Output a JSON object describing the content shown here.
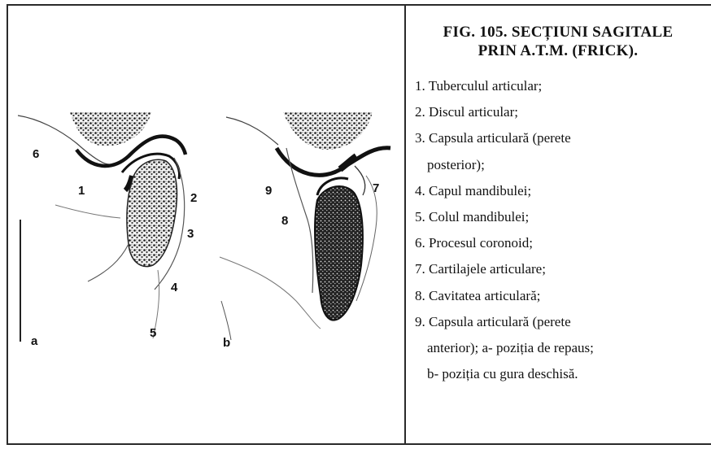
{
  "figure": {
    "caption_line1": "FIG. 105. SECȚIUNI SAGITALE",
    "caption_line2": "PRIN A.T.M. (FRICK).",
    "panel_a": {
      "letter": "a",
      "labels": {
        "n6": "6",
        "n1": "1",
        "n2": "2",
        "n3": "3",
        "n4": "4",
        "n5": "5"
      }
    },
    "panel_b": {
      "letter": "b",
      "labels": {
        "n9": "9",
        "n8": "8",
        "n7": "7"
      }
    }
  },
  "legend": [
    "1. Tuberculul articular;",
    "2. Discul articular;",
    "3. Capsula articulară (perete",
    "posterior);",
    "4. Capul mandibulei;",
    "5. Colul mandibulei;",
    "6. Procesul coronoid;",
    "7. Cartilajele articulare;",
    "8. Cavitatea articulară;",
    "9. Capsula articulară (perete",
    "anterior); a- poziția de repaus;",
    "b- poziția cu gura deschisă."
  ]
}
